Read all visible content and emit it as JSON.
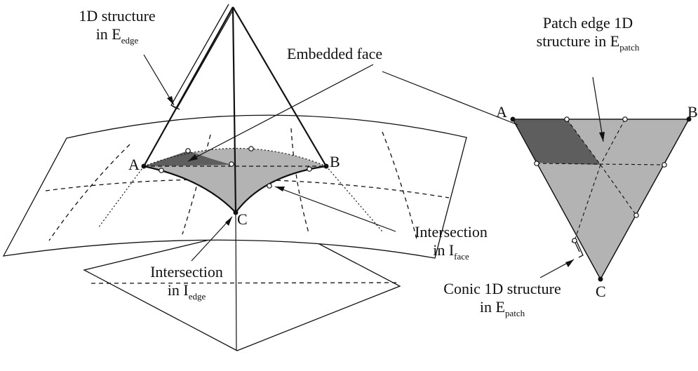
{
  "labels": {
    "edge_structure": {
      "line1": "1D structure",
      "prefix": "in E",
      "sub": "edge"
    },
    "embedded_face": "Embedded face",
    "intersection_face": {
      "line1": "Intersection",
      "prefix": "in I",
      "sub": "face"
    },
    "intersection_edge": {
      "line1": "Intersection",
      "prefix": "in I",
      "sub": "edge"
    },
    "patch_edge": {
      "line1": "Patch edge 1D",
      "prefix": "structure in E",
      "sub": "patch"
    },
    "conic": {
      "line1": "Conic 1D structure",
      "prefix": "in E",
      "sub": "patch"
    }
  },
  "points": {
    "left": {
      "a": "A",
      "b": "B",
      "c": "C"
    },
    "right": {
      "a": "A",
      "b": "B",
      "c": "C"
    }
  },
  "colors": {
    "ink": "#111111",
    "light_shade": "#b3b3b3",
    "dark_shade": "#5e5e5e",
    "marker_fill": "#ffffff"
  }
}
